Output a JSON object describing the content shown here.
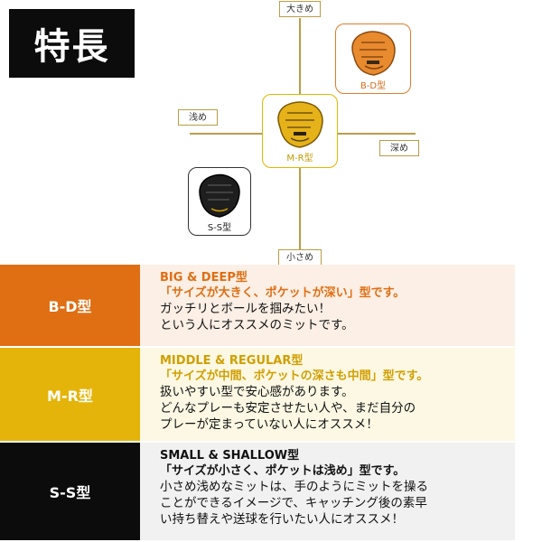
{
  "header": {
    "title": "特長"
  },
  "axis": {
    "top": "大きめ",
    "bottom": "小さめ",
    "left": "浅め",
    "right": "深め"
  },
  "gloves": {
    "bd": {
      "caption": "B-D型",
      "color": "#e88a2e"
    },
    "mr": {
      "caption": "M-R型",
      "color": "#e6b21a"
    },
    "ss": {
      "caption": "S-S型",
      "color": "#1e1e1e"
    }
  },
  "types": [
    {
      "label": "B-D型",
      "heading": "BIG & DEEP型",
      "tagline": "「サイズが大きく、ポケットが深い」型です。",
      "lines": [
        "ガッチリとボールを掴みたい！",
        "という人にオススメのミットです。"
      ]
    },
    {
      "label": "M-R型",
      "heading": "MIDDLE & REGULAR型",
      "tagline": "「サイズが中間、ポケットの深さも中間」型です。",
      "lines": [
        "扱いやすい型で安心感があります。",
        "どんなプレーも安定させたい人や、まだ自分の",
        "プレーが定まっていない人にオススメ！"
      ]
    },
    {
      "label": "S-S型",
      "heading": "SMALL & SHALLOW型",
      "tagline": "「サイズが小さく、ポケットは浅め」型です。",
      "lines": [
        "小さめ浅めなミットは、手のようにミットを操る",
        "ことができるイメージで、キャッチング後の素早",
        "い持ち替えや送球を行いたい人にオススメ！"
      ]
    }
  ],
  "colors": {
    "accent_gold": "#b99d4a",
    "bd_orange": "#e06e13",
    "mr_yellow": "#e5b40a",
    "ss_black": "#0c0c0c"
  }
}
